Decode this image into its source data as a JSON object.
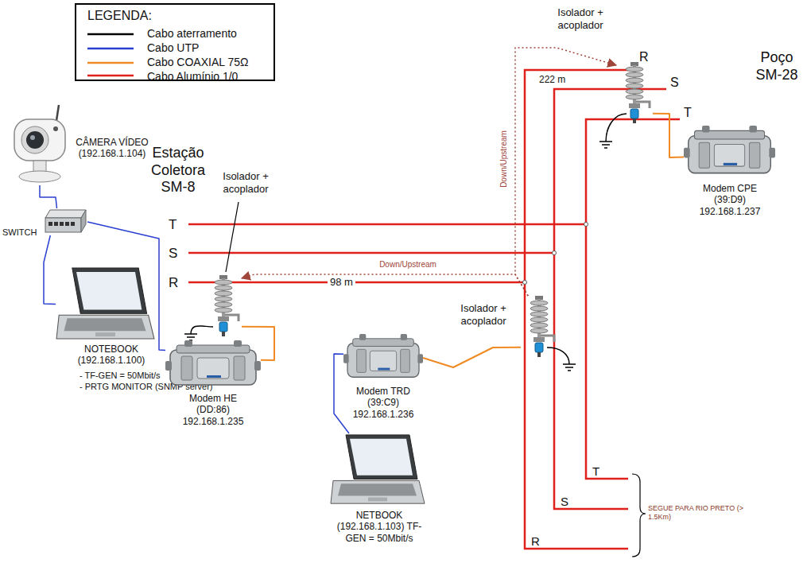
{
  "diagram": {
    "nodes": [
      {
        "text": [
          "Isolador + acoplador"
        ]
      },
      {
        "text": [
          "Modem CPE (39:D9) 192.168.1.237"
        ]
      },
      {
        "text": [
          "Isolador + acoplador"
        ]
      },
      {
        "text": [
          "CÂMERA VÍDEO (192.168.1.104)"
        ]
      },
      {
        "text": [
          "SWITCH"
        ]
      },
      {
        "text": [
          "Modem TRD (39:C9) 192.168.1.236"
        ]
      },
      {
        "text": [
          "Isolador + acoplador"
        ]
      },
      {
        "text": [
          "NOTEBOOK (192.168.1.100)",
          "- TF-GEN = 50Mbit/s",
          "- PRTG MONITOR (SNMP server)"
        ]
      },
      {
        "text": [
          "Modem HE (DD:86) 192.168.1.235"
        ]
      },
      {
        "text": [
          "NETBOOK (192.168.1.103) TF-GEN = 50Mbit/s"
        ]
      }
    ],
    "edges": [
      {
        "from": 3,
        "to": 4,
        "arrow": "none"
      },
      {
        "from": 4,
        "to": 7,
        "arrow": "none"
      },
      {
        "from": 4,
        "to": 8,
        "arrow": "none"
      },
      {
        "from": 8,
        "to": 2,
        "arrow": "none"
      },
      {
        "from": 9,
        "to": 5,
        "arrow": "none"
      },
      {
        "from": 5,
        "to": 6,
        "arrow": "none"
      },
      {
        "from": 1,
        "to": 0,
        "arrow": "none"
      },
      {
        "from": 6,
        "to": 2,
        "label": "Down/Upstream",
        "arrow": "to"
      },
      {
        "from": 6,
        "to": 0,
        "label": "Down/Upstream",
        "arrow": "to"
      }
    ],
    "labels": [
      "LEGENDA:",
      "Estação Coletora SM-8",
      "T",
      "S",
      "R",
      "Poço SM-28",
      "R",
      "S",
      "T",
      "98 m",
      "222 m",
      "T",
      "S",
      "R",
      "SEGUE PARA RIO PRETO (> 1.5Km)"
    ],
    "legend": [
      {
        "text": "Cabo aterramento"
      },
      {
        "text": "Cabo UTP"
      },
      {
        "text": "Cabo COAXIAL 75Ω"
      },
      {
        "text": "Cabo Alumínio 1/0"
      }
    ]
  }
}
